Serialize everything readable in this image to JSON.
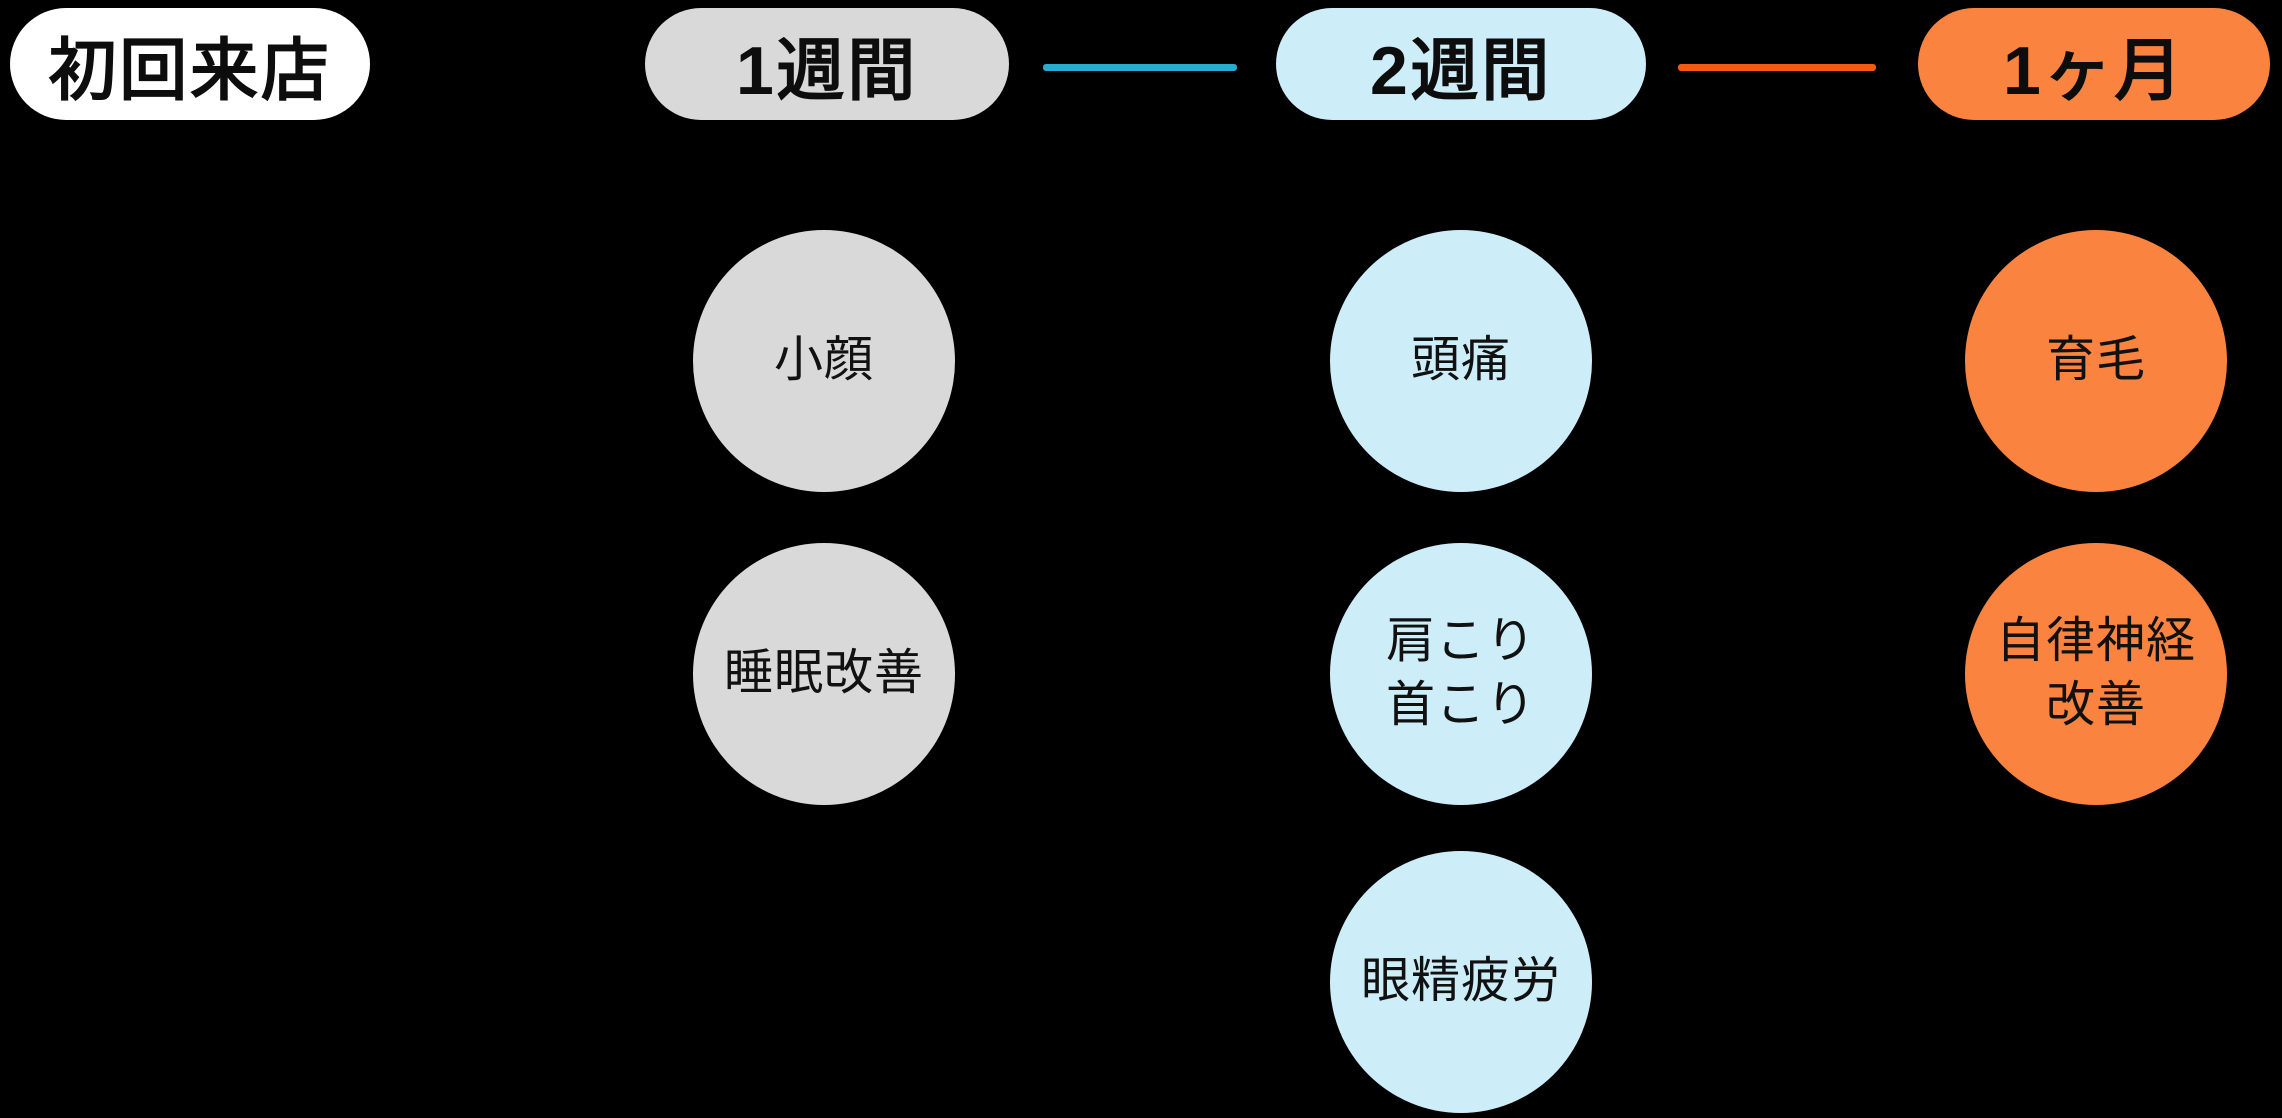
{
  "background": "#000000",
  "timeline": {
    "start": {
      "label": "初回来店",
      "color": "#ffffff"
    },
    "stages": [
      {
        "label": "1週間",
        "color": "#d9d9d9"
      },
      {
        "label": "2週間",
        "color": "#cdedf8"
      },
      {
        "label": "1ヶ月",
        "color": "#f9833f"
      }
    ],
    "connectors": [
      {
        "between": "1週間 → 2週間",
        "color": "#29abd1"
      },
      {
        "between": "2週間 → 1ヶ月",
        "color": "#f25c0d"
      }
    ]
  },
  "effects": [
    {
      "stage": "1週間",
      "color": "#d9d9d9",
      "items": [
        {
          "label": "小顔"
        },
        {
          "label": "睡眠改善"
        }
      ]
    },
    {
      "stage": "2週間",
      "color": "#cdedf8",
      "items": [
        {
          "label": "頭痛"
        },
        {
          "label": "肩こり\n首こり"
        },
        {
          "label": "眼精疲労"
        }
      ]
    },
    {
      "stage": "1ヶ月",
      "color": "#f9833f",
      "items": [
        {
          "label": "育毛"
        },
        {
          "label": "自律神経\n改善"
        }
      ]
    }
  ]
}
